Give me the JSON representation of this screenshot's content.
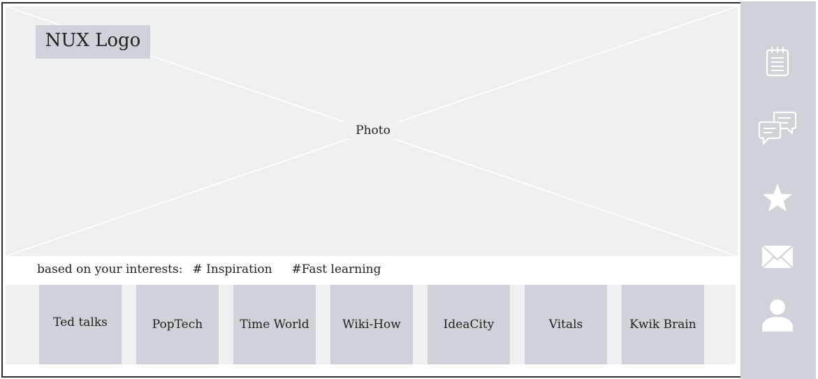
{
  "hero": {
    "logo": "NUX Logo",
    "photo_label": "Photo"
  },
  "interests": {
    "label": "based on your interests:",
    "tags": [
      "# Inspiration",
      "#Fast learning"
    ]
  },
  "cards": [
    "Ted talks",
    "PopTech",
    "Time World",
    "Wiki-How",
    "IdeaCity",
    "Vitals",
    "Kwik Brain"
  ],
  "sidebar": {
    "icons": [
      "notepad-icon",
      "chat-bubbles-icon",
      "star-icon",
      "mail-icon",
      "user-icon"
    ]
  },
  "colors": {
    "placeholder_bg": "#eff0f2",
    "block_gray": "#cfd2d8",
    "icon_white": "#ffffff",
    "frame_border": "#2b2b2b"
  }
}
